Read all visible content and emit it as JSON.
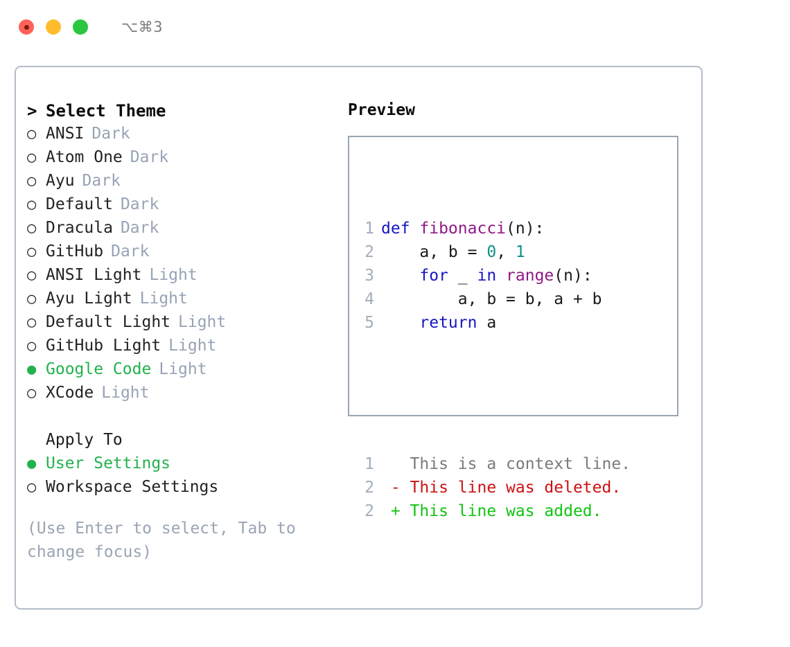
{
  "titlebar": {
    "shortcut": "⌥⌘3",
    "buttons": [
      "close",
      "minimize",
      "maximize"
    ]
  },
  "colors": {
    "selected_green": "#22b24c",
    "tag_grey": "#97a3b6",
    "hint_grey": "#99a4b4",
    "panel_border": "#b3bcc9",
    "preview_border": "#9aa4b2",
    "keyword_blue": "#1616c4",
    "function_magenta": "#8f1a86",
    "number_teal": "#0f8f8a",
    "diff_delete_red": "#cc1111",
    "diff_add_green": "#10c410",
    "diff_context_grey": "#7a7a7a"
  },
  "theme_list": {
    "heading_marker": ">",
    "heading": "Select Theme",
    "marker_selected": "●",
    "marker_unselected": "○",
    "items": [
      {
        "label": "ANSI",
        "tag": "Dark",
        "selected": false
      },
      {
        "label": "Atom One",
        "tag": "Dark",
        "selected": false
      },
      {
        "label": "Ayu",
        "tag": "Dark",
        "selected": false
      },
      {
        "label": "Default",
        "tag": "Dark",
        "selected": false
      },
      {
        "label": "Dracula",
        "tag": "Dark",
        "selected": false
      },
      {
        "label": "GitHub",
        "tag": "Dark",
        "selected": false
      },
      {
        "label": "ANSI Light",
        "tag": "Light",
        "selected": false
      },
      {
        "label": "Ayu Light",
        "tag": "Light",
        "selected": false
      },
      {
        "label": "Default Light",
        "tag": "Light",
        "selected": false
      },
      {
        "label": "GitHub Light",
        "tag": "Light",
        "selected": false
      },
      {
        "label": "Google Code",
        "tag": "Light",
        "selected": true
      },
      {
        "label": "XCode",
        "tag": "Light",
        "selected": false
      }
    ]
  },
  "apply_to": {
    "heading": "Apply To",
    "items": [
      {
        "label": "User Settings",
        "selected": true
      },
      {
        "label": "Workspace Settings",
        "selected": false
      }
    ]
  },
  "hint": "(Use Enter to select, Tab to change focus)",
  "preview": {
    "title": "Preview",
    "code_lines": [
      {
        "num": "1",
        "tokens": [
          {
            "t": "def ",
            "k": "kw"
          },
          {
            "t": "fibonacci",
            "k": "fn"
          },
          {
            "t": "(n):",
            "k": "plain"
          }
        ]
      },
      {
        "num": "2",
        "tokens": [
          {
            "t": "    a, b = ",
            "k": "plain"
          },
          {
            "t": "0",
            "k": "num"
          },
          {
            "t": ", ",
            "k": "plain"
          },
          {
            "t": "1",
            "k": "num"
          }
        ]
      },
      {
        "num": "3",
        "tokens": [
          {
            "t": "    ",
            "k": "plain"
          },
          {
            "t": "for",
            "k": "kw"
          },
          {
            "t": " _ ",
            "k": "plain"
          },
          {
            "t": "in",
            "k": "kw"
          },
          {
            "t": " ",
            "k": "plain"
          },
          {
            "t": "range",
            "k": "fn"
          },
          {
            "t": "(n):",
            "k": "plain"
          }
        ]
      },
      {
        "num": "4",
        "tokens": [
          {
            "t": "        a, b = b, a + b",
            "k": "plain"
          }
        ]
      },
      {
        "num": "5",
        "tokens": [
          {
            "t": "    ",
            "k": "plain"
          },
          {
            "t": "return",
            "k": "kw"
          },
          {
            "t": " a",
            "k": "plain"
          }
        ]
      }
    ],
    "diff_lines": [
      {
        "num": "1",
        "sign": " ",
        "text": "This is a context line.",
        "kind": "ctx"
      },
      {
        "num": "2",
        "sign": "-",
        "text": "This line was deleted.",
        "kind": "del"
      },
      {
        "num": "2",
        "sign": "+",
        "text": "This line was added.",
        "kind": "add"
      }
    ]
  }
}
